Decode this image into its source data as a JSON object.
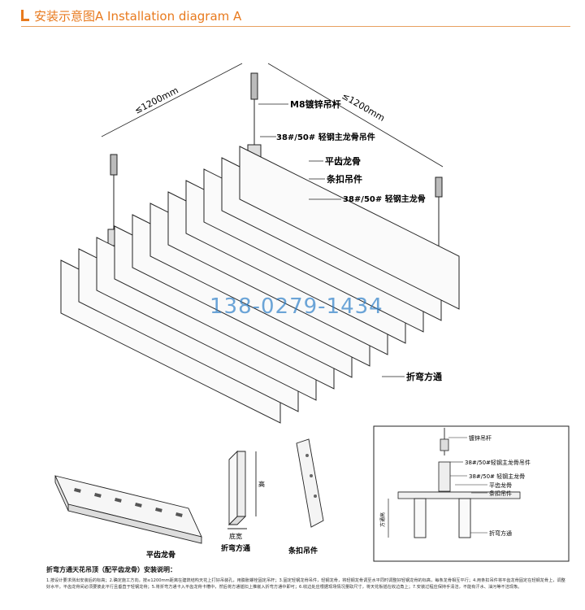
{
  "header": {
    "title": "安装示意图A   Installation diagram  A",
    "accent_color": "#e87a1e"
  },
  "main": {
    "dim_left": "≤1200mm",
    "dim_right": "≤1200mm",
    "label_rod": "M8镀锌吊杆",
    "label_hanger": "38#/50# 轻钢主龙骨吊件",
    "label_flat_keel": "平齿龙骨",
    "label_clip": "条扣吊件",
    "label_main_keel": "38#/50# 轻钢主龙骨",
    "label_tube": "折弯方通",
    "watermark": "138-0279-1434"
  },
  "parts": {
    "flat_keel": "平齿龙骨",
    "tube": "折弯方通",
    "tube_height": "高",
    "tube_width": "底宽",
    "clip": "条扣吊件"
  },
  "section": {
    "rod": "镀锌吊杆",
    "hanger": "38#/50#轻钢主龙骨吊件",
    "main_keel": "38#/50# 轻钢主龙骨",
    "flat_keel": "平齿龙骨",
    "clip": "条扣吊件",
    "tube": "折弯方通",
    "height": "方通高"
  },
  "notes": {
    "title": "折弯方通天花吊顶（配平齿龙骨）安装说明：",
    "body": "1.按设计要求测出安装后的标高；2.确定施工方向，按≤1200mm距离在建筑结构天花上打好吊装孔，用膨胀螺栓固定吊杆；3.固定轻钢龙骨吊件，轻钢龙骨，将轻钢龙骨调至水平同时调整好轻钢龙骨的标高，每条龙骨相互平行；4.用条扣吊件将平齿龙骨固定在轻钢龙骨上，调整好水平。平齿龙骨间必须要彼此平行且垂直于轻钢龙骨；5.将折弯方通卡入平齿龙骨卡槽中，然后将方通插扣上推嵌入折弯方通中即可；6.收边处应根据现场情况量取尺寸，将天花板插在收边角上；7.安装过程应保持手清洁，不能有汗水、油污等不洁现象。"
  }
}
